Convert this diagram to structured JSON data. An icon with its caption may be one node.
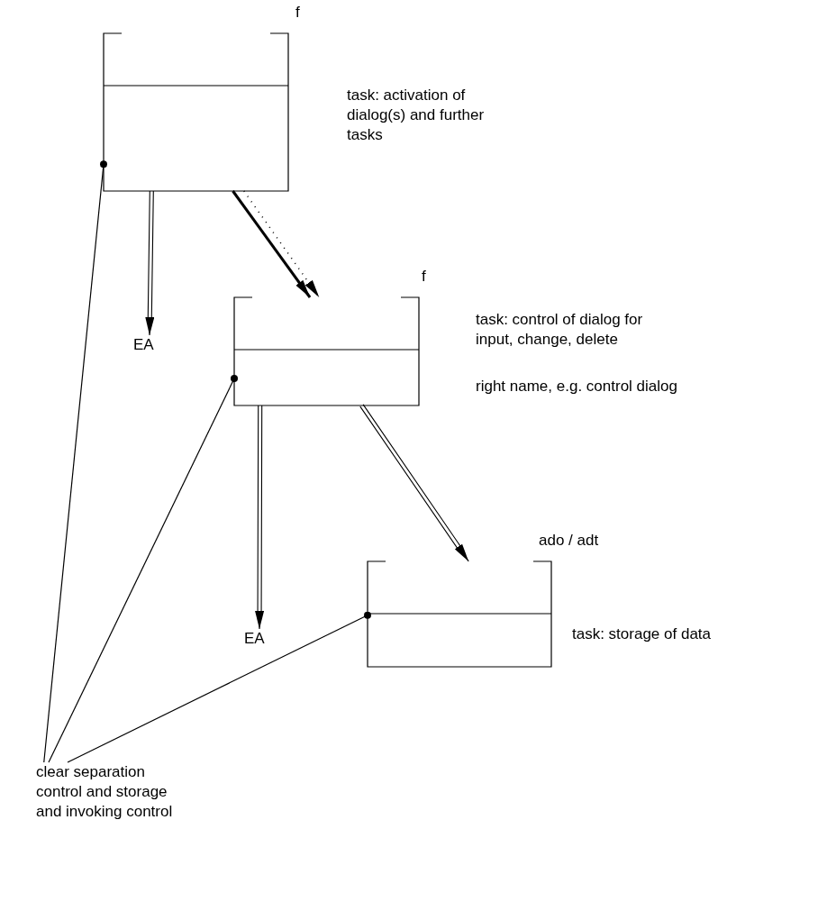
{
  "diagram": {
    "nodes": [
      {
        "text": [
          "f"
        ],
        "beside": [
          "task: activation of dialog(s) and further tasks"
        ]
      },
      {
        "text": [
          "f"
        ],
        "beside": [
          "task: control of dialog for input, change, delete",
          "right name, e.g. control dialog"
        ]
      },
      {
        "text": [
          "EA"
        ]
      },
      {
        "text": [
          "EA"
        ]
      },
      {
        "text": [
          "ado / adt"
        ],
        "beside": [
          "task: storage of data"
        ]
      },
      {
        "text": [
          "clear separation control and storage and invoking control"
        ]
      }
    ],
    "edges": [
      {
        "from": 0,
        "to": 2,
        "arrow": "to"
      },
      {
        "from": 0,
        "to": 1,
        "arrow": "to",
        "style": "thick"
      },
      {
        "from": 0,
        "to": 1,
        "arrow": "to",
        "style": "dashed"
      },
      {
        "from": 1,
        "to": 3,
        "arrow": "to"
      },
      {
        "from": 1,
        "to": 4,
        "arrow": "to"
      },
      {
        "from": 5,
        "to": 0,
        "arrow": "other"
      },
      {
        "from": 5,
        "to": 1,
        "arrow": "other"
      },
      {
        "from": 5,
        "to": 4,
        "arrow": "other"
      }
    ]
  }
}
